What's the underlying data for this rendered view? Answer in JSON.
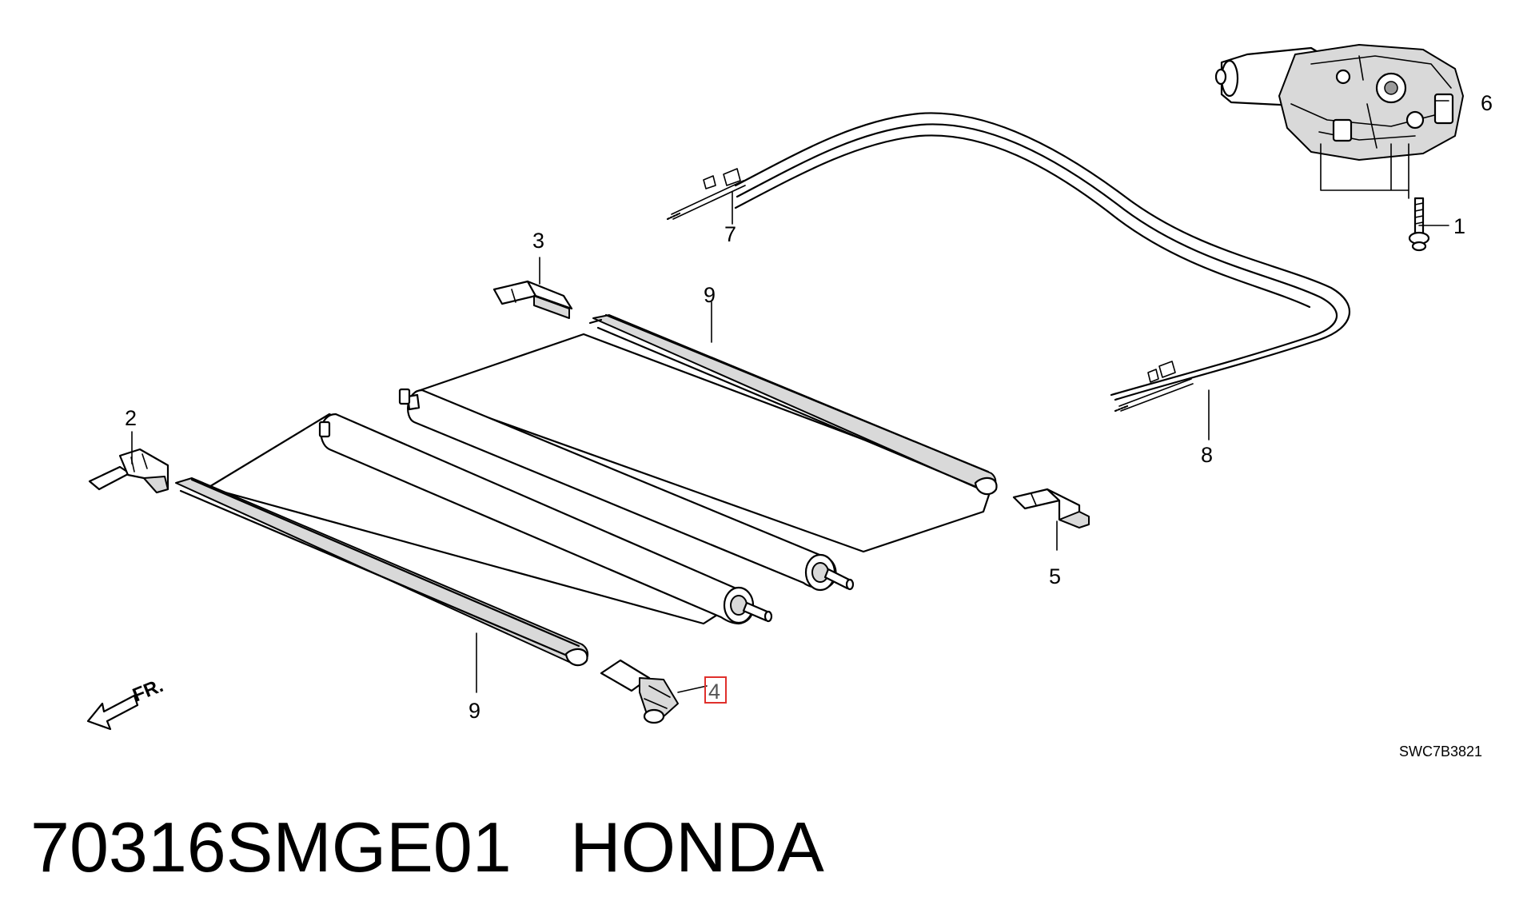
{
  "title": "70316SMGE01   HONDA",
  "diagram_code": "SWC7B3821",
  "front_indicator": "FR.",
  "callouts": {
    "c1": "1",
    "c2": "2",
    "c3": "3",
    "c4": "4",
    "c5": "5",
    "c6": "6",
    "c7": "7",
    "c8": "8",
    "c9a": "9",
    "c9b": "9"
  },
  "highlighted_callout": "4",
  "highlight_color": "#e0302c"
}
